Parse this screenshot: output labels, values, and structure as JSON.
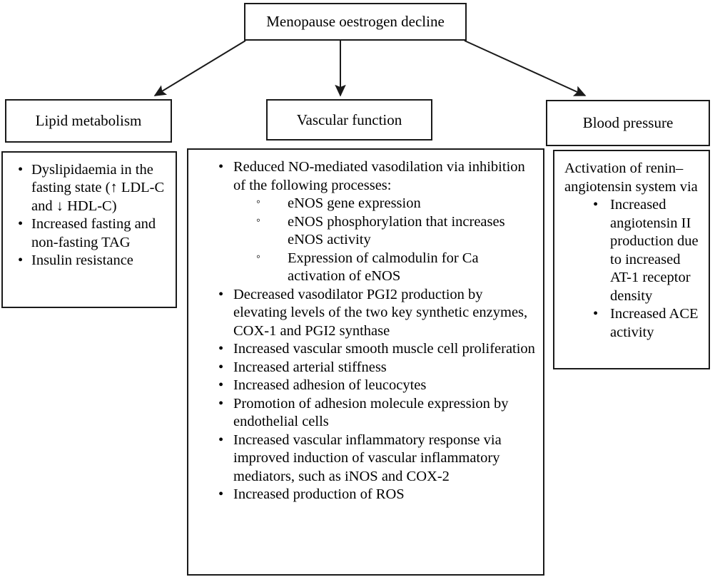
{
  "diagram": {
    "root": {
      "label": "Menopause oestrogen decline"
    },
    "branches": [
      {
        "key": "lipid",
        "title": "Lipid metabolism",
        "lead": "",
        "items": [
          {
            "text": "Dyslipidaemia in the fasting state (↑ LDL-C and ↓ HDL-C)",
            "children": []
          },
          {
            "text": "Increased fasting and non-fasting TAG",
            "children": []
          },
          {
            "text": "Insulin resistance",
            "children": []
          }
        ]
      },
      {
        "key": "vascular",
        "title": "Vascular function",
        "lead": "",
        "items": [
          {
            "text": "Reduced NO-mediated vasodilation via inhibition of the following processes:",
            "children": [
              "eNOS gene expression",
              "eNOS phosphorylation that increases eNOS activity",
              "Expression of calmodulin for Ca activation of eNOS"
            ]
          },
          {
            "text": "Decreased vasodilator PGI2 production by elevating levels of the two key synthetic enzymes, COX-1 and PGI2 synthase",
            "children": []
          },
          {
            "text": "Increased vascular smooth muscle cell proliferation",
            "children": []
          },
          {
            "text": "Increased arterial stiffness",
            "children": []
          },
          {
            "text": "Increased adhesion of leucocytes",
            "children": []
          },
          {
            "text": "Promotion of adhesion molecule expression by endothelial cells",
            "children": []
          },
          {
            "text": "Increased vascular inflammatory response via improved induction of vascular inflammatory mediators, such as iNOS and COX-2",
            "children": []
          },
          {
            "text": "Increased production of ROS",
            "children": []
          }
        ]
      },
      {
        "key": "bp",
        "title": "Blood pressure",
        "lead": "Activation of renin–angiotensin system via",
        "items": [
          {
            "text": "Increased angiotensin II production due to increased AT-1 receptor density",
            "children": []
          },
          {
            "text": "Increased ACE activity",
            "children": []
          }
        ]
      }
    ],
    "colors": {
      "stroke": "#1a1a1a",
      "background": "#ffffff",
      "text": "#000000"
    }
  }
}
